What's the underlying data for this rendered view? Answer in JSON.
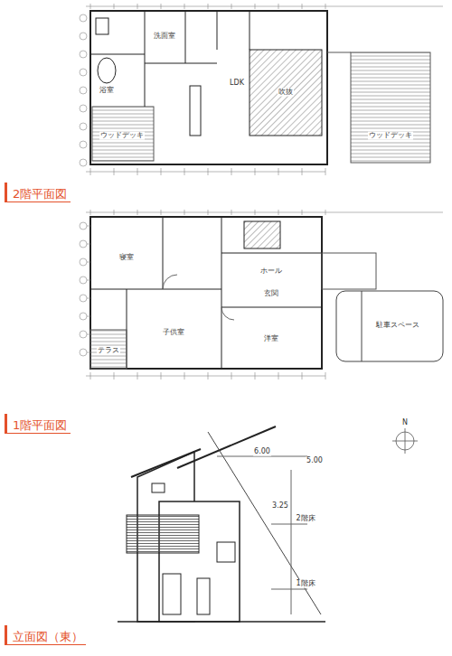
{
  "diagram": {
    "nodes": [
      {
        "text": [
          "2階平面図"
        ]
      },
      {
        "text": [
          "1階平面図"
        ]
      },
      {
        "text": [
          "立面図（東）"
        ]
      }
    ],
    "edges": [],
    "labels": [
      "ウッドデッキ",
      "ウッドデッキ",
      "浴室",
      "洗面室",
      "LDK",
      "吹抜",
      "寝室",
      "子供室",
      "ホール",
      "玄関",
      "洋室",
      "テラス",
      "駐車スペース",
      "N",
      "5.00",
      "2階床",
      "1階床",
      "3.25",
      "6.00"
    ]
  }
}
